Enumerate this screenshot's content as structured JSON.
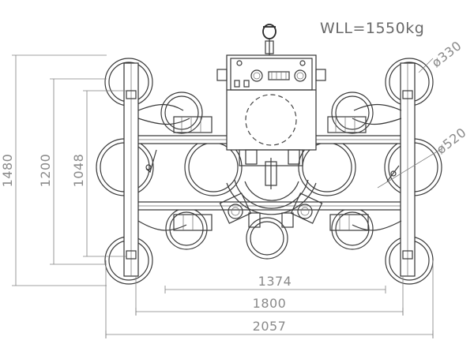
{
  "title": "WLL=1550kg",
  "dimensions": {
    "overall_width": "2057",
    "frame_width": "1800",
    "inner_width": "1374",
    "overall_height": "1480",
    "frame_height": "1200",
    "inner_height": "1048",
    "small_pad_diameter": "ø330",
    "large_pad_diameter": "ø520"
  },
  "colors": {
    "line": "#3a3a3a",
    "dimension": "#8a8a8a"
  }
}
